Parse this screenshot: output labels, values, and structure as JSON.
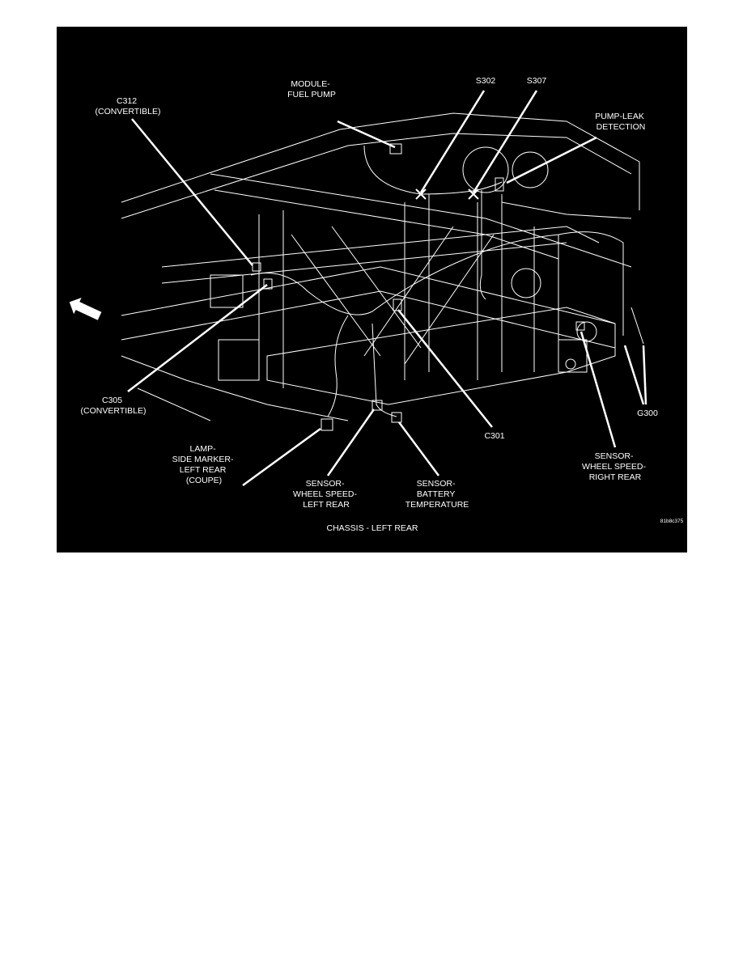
{
  "figure": {
    "background": "#000000",
    "foreground": "#ffffff",
    "caption": "CHASSIS - LEFT REAR",
    "figure_code": "81b8c375",
    "labels": {
      "c312": [
        "C312",
        "(CONVERTIBLE)"
      ],
      "module_fuel_pump": [
        "MODULE-",
        "FUEL PUMP"
      ],
      "s302": [
        "S302"
      ],
      "s307": [
        "S307"
      ],
      "pump_leak": [
        "PUMP-LEAK",
        "DETECTION"
      ],
      "c305": [
        "C305",
        "(CONVERTIBLE)"
      ],
      "lamp_side_marker": [
        "LAMP-",
        "SIDE MARKER-",
        "LEFT REAR",
        "(COUPE)"
      ],
      "sensor_wheel_left": [
        "SENSOR-",
        "WHEEL SPEED-",
        "LEFT REAR"
      ],
      "sensor_battery": [
        "SENSOR-",
        "BATTERY",
        "TEMPERATURE"
      ],
      "c301": [
        "C301"
      ],
      "sensor_wheel_right": [
        "SENSOR-",
        "WHEEL SPEED-",
        "RIGHT REAR"
      ],
      "g300": [
        "G300"
      ]
    },
    "forward_arrow_icon": "fwd-arrow-icon"
  }
}
